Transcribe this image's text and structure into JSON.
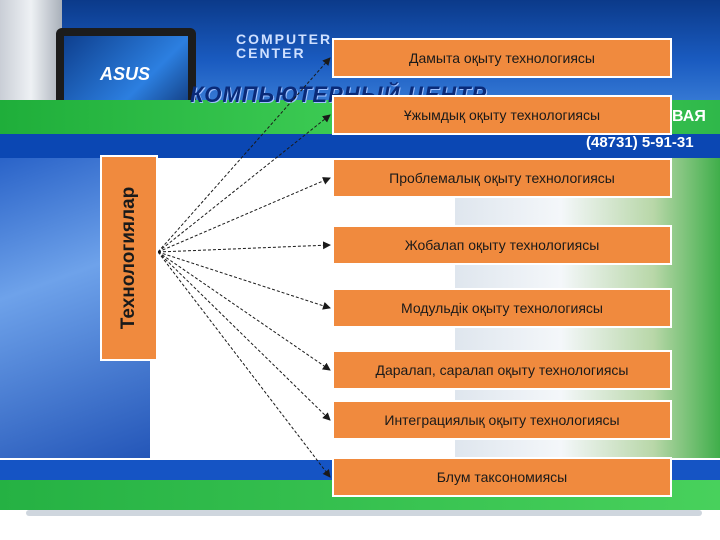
{
  "diagram": {
    "source_label": "Технологиялар",
    "targets": [
      "Дамыта оқыту технологиясы",
      "Ұжымдық оқыту технологиясы",
      "Проблемалық оқыту технологиясы",
      "Жобалап оқыту технологиясы",
      "Модульдік оқыту технологиясы",
      "Даралап, саралап оқыту технологиясы",
      "Интеграциялық оқыту технологиясы",
      "Блум таксономиясы"
    ]
  },
  "background": {
    "logo_main": "КОМПЬЮТЕРНЫЙ ЦЕНТР",
    "logo_small_1": "COMPUTER",
    "logo_small_2": "CENTER",
    "phone": "(48731) 5-91-31",
    "side_word": "ВАЯ",
    "monitor_brand": "ASUS"
  },
  "colors": {
    "box_fill": "#f08a3e",
    "arrow": "#1a1a1a",
    "brand_blue": "#1554c4",
    "brand_green": "#3cc852"
  }
}
